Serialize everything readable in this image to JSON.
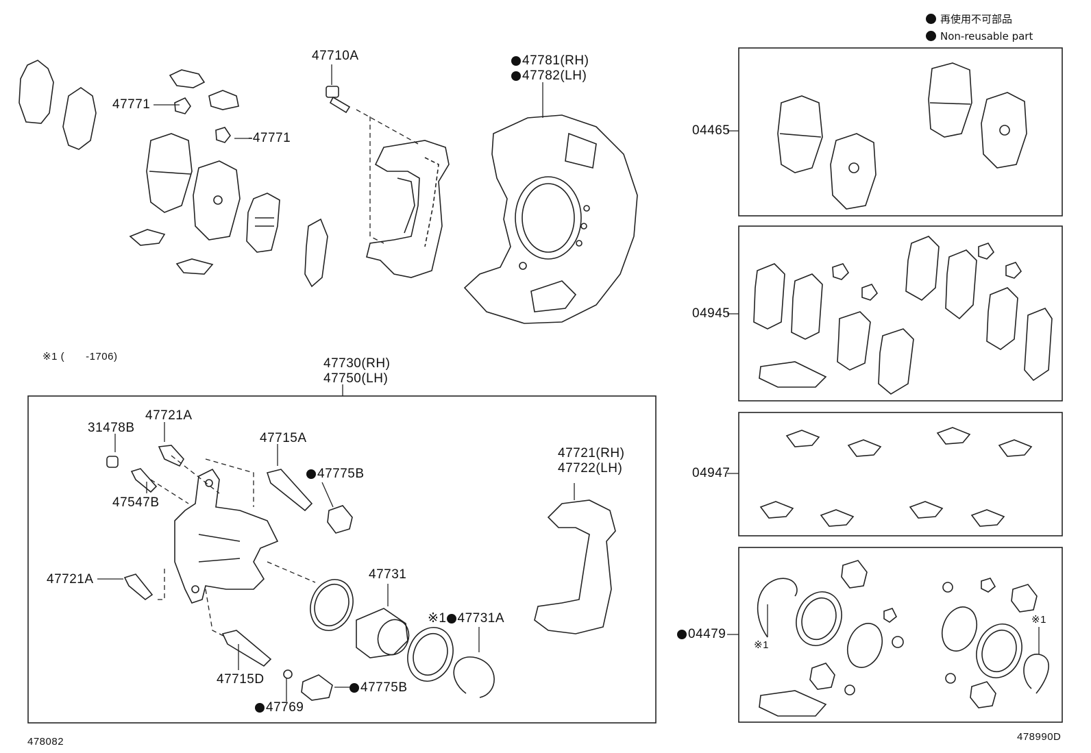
{
  "legend": {
    "jp_text": "再使用不可部品",
    "en_text": "Non-reusable part"
  },
  "note": {
    "mark": "※1",
    "range": "(　　-1706)"
  },
  "labels": {
    "p47771_a": "47771",
    "p47771_b": "-47771",
    "p47710a": "47710A",
    "p47781": "47781(RH)",
    "p47782": "47782(LH)",
    "p47730": "47730(RH)",
    "p47750": "47750(LH)",
    "p31478b": "31478B",
    "p47721a_top": "47721A",
    "p47715a": "47715A",
    "p47775b_top": "47775B",
    "p47547b": "47547B",
    "p47721_rh": "47721(RH)",
    "p47722_lh": "47722(LH)",
    "p47721a_bottom": "47721A",
    "p47731": "47731",
    "p47731a_prefix": "※1",
    "p47731a": "47731A",
    "p47715d": "47715D",
    "p47775b_bottom": "47775B",
    "p47769": "47769",
    "kit_04465": "04465",
    "kit_04945": "04945",
    "kit_04947": "04947",
    "kit_04479": "04479",
    "kit_mark_left": "※1",
    "kit_mark_right": "※1"
  },
  "footer": {
    "left_code": "478082",
    "right_code": "478990D"
  }
}
